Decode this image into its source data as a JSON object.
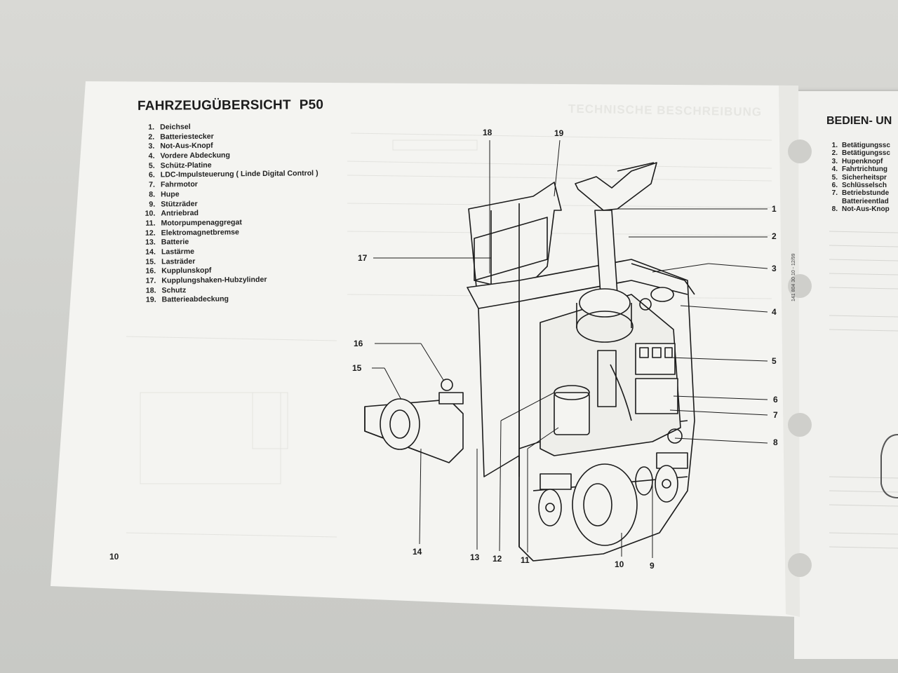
{
  "left_page": {
    "title": "FAHRZEUGÜBERSICHT",
    "model": "P50",
    "bleed_through_heading": "TECHNISCHE BESCHREIBUNG",
    "page_number": "10",
    "doc_code": "141 804 30 10 - 12/99",
    "parts": [
      {
        "num": "1.",
        "label": "Deichsel"
      },
      {
        "num": "2.",
        "label": "Batteriestecker"
      },
      {
        "num": "3.",
        "label": "Not-Aus-Knopf"
      },
      {
        "num": "4.",
        "label": "Vordere Abdeckung"
      },
      {
        "num": "5.",
        "label": "Schütz-Platine"
      },
      {
        "num": "6.",
        "label": "LDC-Impulsteuerung ( Linde Digital Control )"
      },
      {
        "num": "7.",
        "label": "Fahrmotor"
      },
      {
        "num": "8.",
        "label": "Hupe"
      },
      {
        "num": "9.",
        "label": "Stützräder"
      },
      {
        "num": "10.",
        "label": "Antriebrad"
      },
      {
        "num": "11.",
        "label": "Motorpumpenaggregat"
      },
      {
        "num": "12.",
        "label": "Elektromagnetbremse"
      },
      {
        "num": "13.",
        "label": "Batterie"
      },
      {
        "num": "14.",
        "label": "Lastärme"
      },
      {
        "num": "15.",
        "label": "Lasträder"
      },
      {
        "num": "16.",
        "label": "Kupplunskopf"
      },
      {
        "num": "17.",
        "label": "Kupplungshaken-Hubzylinder"
      },
      {
        "num": "18.",
        "label": "Schutz"
      },
      {
        "num": "19.",
        "label": "Batterieabdeckung"
      }
    ],
    "callouts": [
      "1",
      "2",
      "3",
      "4",
      "5",
      "6",
      "7",
      "8",
      "9",
      "10",
      "11",
      "12",
      "13",
      "14",
      "15",
      "16",
      "17",
      "18",
      "19"
    ]
  },
  "right_page": {
    "title": "BEDIEN- UN",
    "items": [
      {
        "num": "1.",
        "label": "Betätigungssc"
      },
      {
        "num": "2.",
        "label": "Betätigungssc"
      },
      {
        "num": "3.",
        "label": "Hupenknopf"
      },
      {
        "num": "4.",
        "label": "Fahrtrichtung"
      },
      {
        "num": "5.",
        "label": "Sicherheitspr"
      },
      {
        "num": "6.",
        "label": "Schlüsselsch"
      },
      {
        "num": "7.",
        "label": "Betriebstunde"
      },
      {
        "num": "",
        "label": "Batterieentlad"
      },
      {
        "num": "8.",
        "label": "Not-Aus-Knop"
      }
    ]
  },
  "colors": {
    "paper": "#f4f4f1",
    "ink": "#1c1c1c",
    "background": "#cfcfcb"
  }
}
